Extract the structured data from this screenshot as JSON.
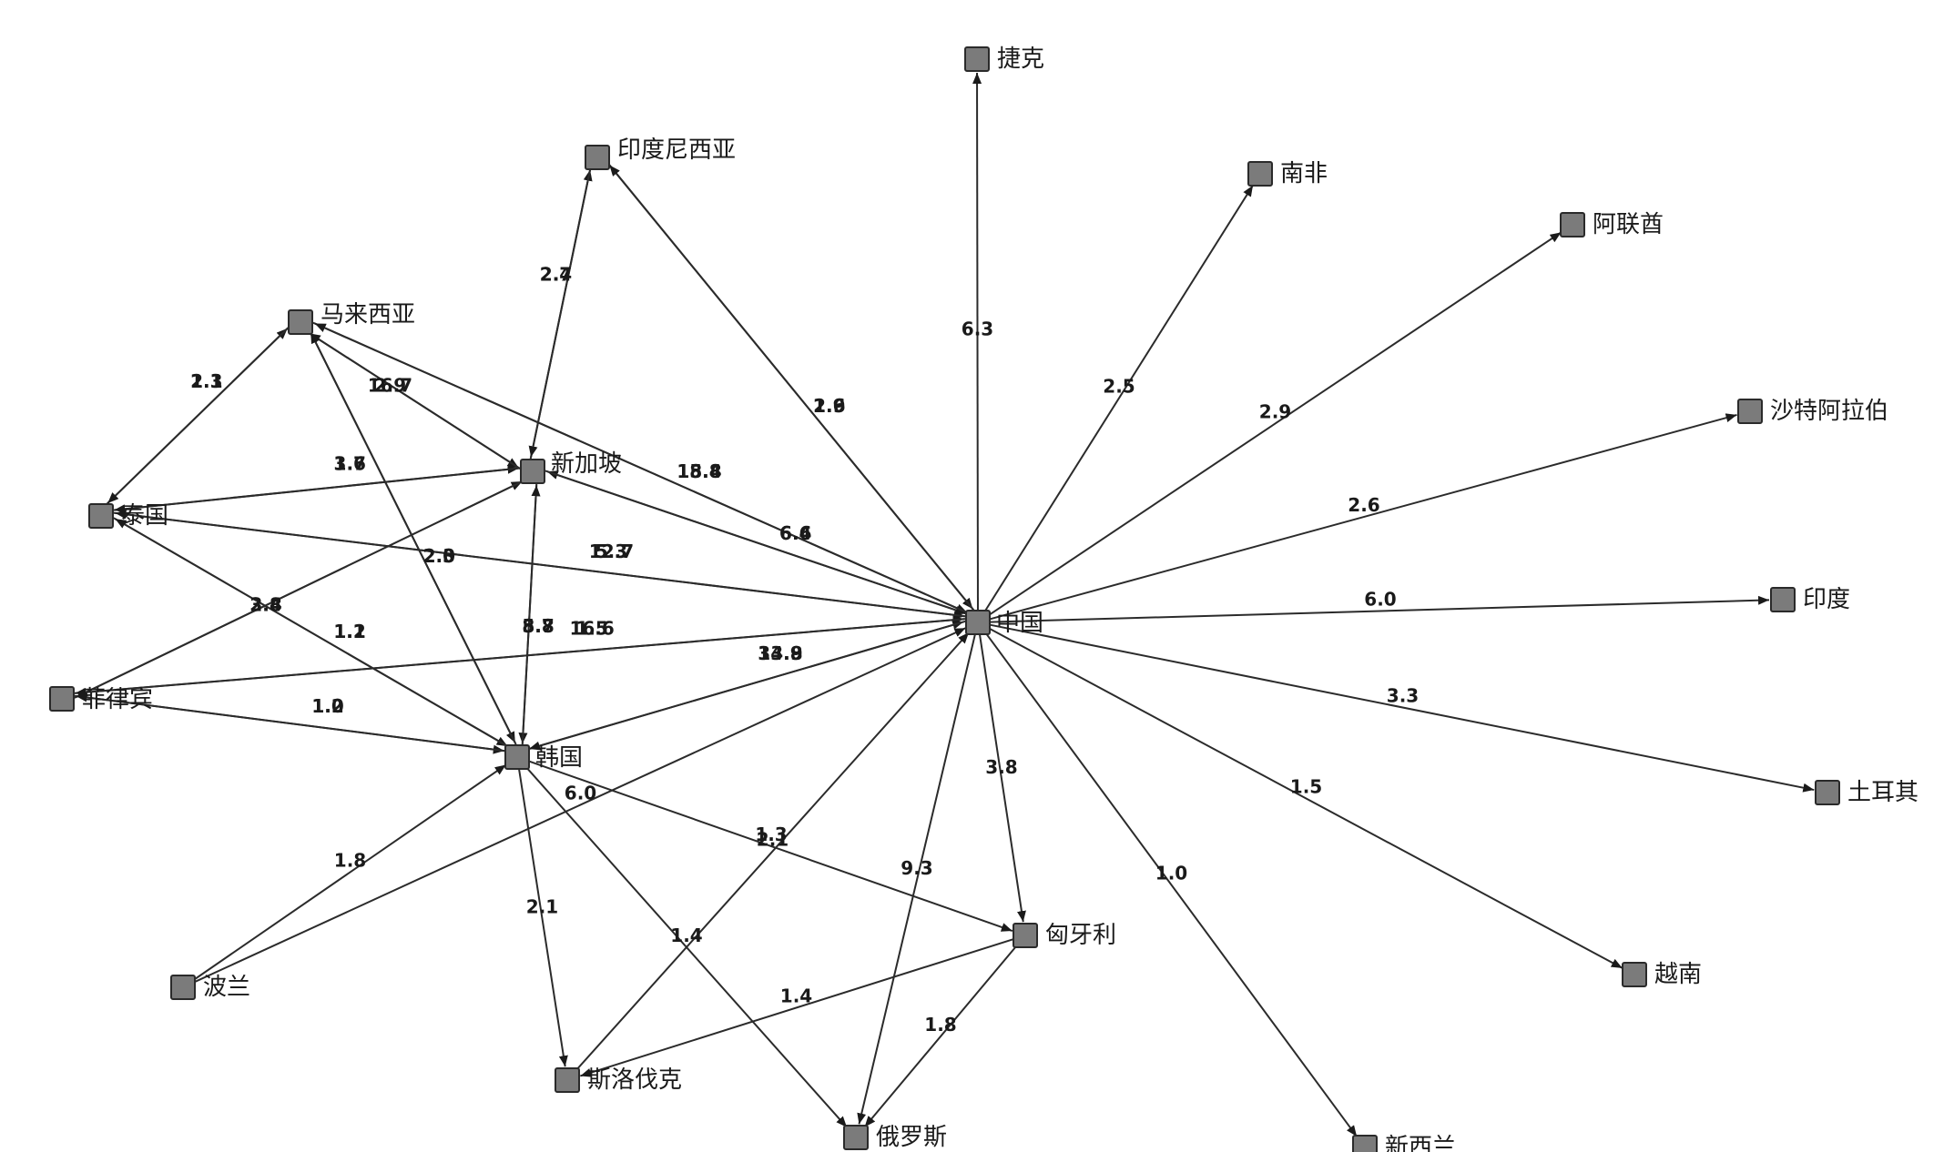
{
  "nodes": [
    {
      "id": "cn",
      "label": "中国"
    },
    {
      "id": "cz",
      "label": "捷克"
    },
    {
      "id": "za",
      "label": "南非"
    },
    {
      "id": "ae",
      "label": "阿联酋"
    },
    {
      "id": "sa",
      "label": "沙特阿拉伯"
    },
    {
      "id": "in",
      "label": "印度"
    },
    {
      "id": "tr",
      "label": "土耳其"
    },
    {
      "id": "vn",
      "label": "越南"
    },
    {
      "id": "nz",
      "label": "新西兰"
    },
    {
      "id": "hu",
      "label": "匈牙利"
    },
    {
      "id": "ru",
      "label": "俄罗斯"
    },
    {
      "id": "sk",
      "label": "斯洛伐克"
    },
    {
      "id": "pl",
      "label": "波兰"
    },
    {
      "id": "kr",
      "label": "韩国"
    },
    {
      "id": "ph",
      "label": "菲律宾"
    },
    {
      "id": "th",
      "label": "泰国"
    },
    {
      "id": "my",
      "label": "马来西亚"
    },
    {
      "id": "sg",
      "label": "新加坡"
    },
    {
      "id": "id",
      "label": "印度尼西亚"
    }
  ],
  "edges": [
    {
      "from": "cn",
      "to": "cz",
      "label": "6.3"
    },
    {
      "from": "cn",
      "to": "za",
      "label": "2.5"
    },
    {
      "from": "cn",
      "to": "ae",
      "label": "2.9"
    },
    {
      "from": "cn",
      "to": "sa",
      "label": "2.6"
    },
    {
      "from": "cn",
      "to": "in",
      "label": "6.0"
    },
    {
      "from": "cn",
      "to": "tr",
      "label": "3.3"
    },
    {
      "from": "cn",
      "to": "vn",
      "label": "1.5"
    },
    {
      "from": "cn",
      "to": "nz",
      "label": "1.0"
    },
    {
      "from": "cn",
      "to": "hu",
      "label": "3.8"
    },
    {
      "from": "cn",
      "to": "ru",
      "label": "9.3"
    },
    {
      "from": "sk",
      "to": "cn",
      "label": "2.1"
    },
    {
      "from": "pl",
      "to": "cn",
      "label": "6.0"
    },
    {
      "from": "kr",
      "to": "cn",
      "label": "33.8"
    },
    {
      "from": "ph",
      "to": "cn",
      "label": "16.6"
    },
    {
      "from": "th",
      "to": "cn",
      "label": "12.7"
    },
    {
      "from": "my",
      "to": "cn",
      "label": "18.4"
    },
    {
      "from": "id",
      "to": "cn",
      "label": "1.6"
    },
    {
      "from": "cn",
      "to": "id",
      "label": "2.9"
    },
    {
      "from": "cn",
      "to": "sg",
      "label": "6.4"
    },
    {
      "from": "sg",
      "to": "cn",
      "label": "6.6"
    },
    {
      "from": "cn",
      "to": "my",
      "label": "15.8"
    },
    {
      "from": "cn",
      "to": "th",
      "label": "5.3"
    },
    {
      "from": "cn",
      "to": "ph",
      "label": "1.5"
    },
    {
      "from": "cn",
      "to": "kr",
      "label": "14.9"
    },
    {
      "from": "my",
      "to": "sg",
      "label": "16.7"
    },
    {
      "from": "sg",
      "to": "my",
      "label": "2.9"
    },
    {
      "from": "sg",
      "to": "id",
      "label": "2.7"
    },
    {
      "from": "id",
      "to": "sg",
      "label": "2.4"
    },
    {
      "from": "th",
      "to": "my",
      "label": "1.1"
    },
    {
      "from": "my",
      "to": "th",
      "label": "2.3"
    },
    {
      "from": "th",
      "to": "sg",
      "label": "3.7"
    },
    {
      "from": "sg",
      "to": "th",
      "label": "1.6"
    },
    {
      "from": "ph",
      "to": "sg",
      "label": "3.4"
    },
    {
      "from": "sg",
      "to": "ph",
      "label": "2.8"
    },
    {
      "from": "sg",
      "to": "kr",
      "label": "5.8"
    },
    {
      "from": "kr",
      "to": "sg",
      "label": "8.7"
    },
    {
      "from": "my",
      "to": "kr",
      "label": "2.0"
    },
    {
      "from": "kr",
      "to": "my",
      "label": "2.3"
    },
    {
      "from": "th",
      "to": "kr",
      "label": "1.2"
    },
    {
      "from": "kr",
      "to": "th",
      "label": "1.1"
    },
    {
      "from": "ph",
      "to": "kr",
      "label": "1.2"
    },
    {
      "from": "kr",
      "to": "ph",
      "label": "1.0"
    },
    {
      "from": "pl",
      "to": "kr",
      "label": "1.8"
    },
    {
      "from": "kr",
      "to": "sk",
      "label": "2.1"
    },
    {
      "from": "kr",
      "to": "ru",
      "label": "1.4"
    },
    {
      "from": "kr",
      "to": "hu",
      "label": "1.3"
    },
    {
      "from": "hu",
      "to": "sk",
      "label": "1.4"
    },
    {
      "from": "hu",
      "to": "ru",
      "label": "1.8"
    }
  ]
}
